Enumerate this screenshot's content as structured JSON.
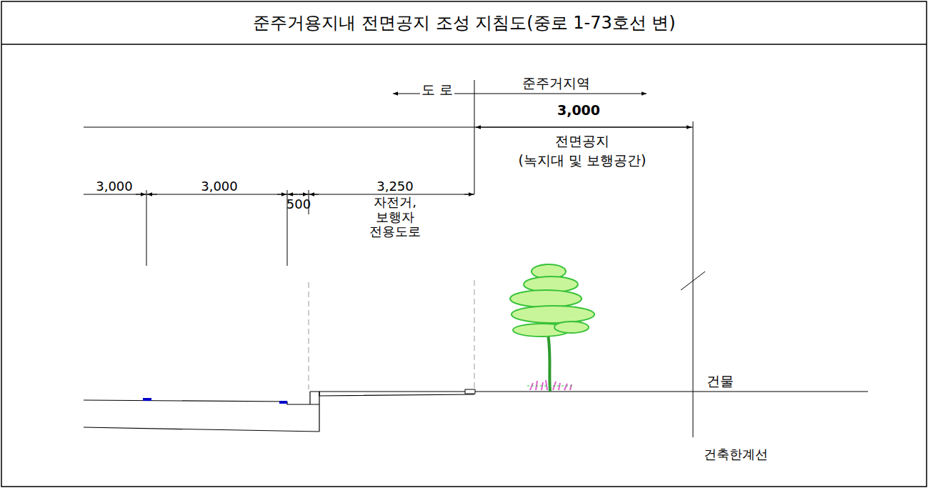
{
  "diagram": {
    "title": "준주거용지내 전면공지 조성 지침도(중로 1-73호선 변)",
    "labels": [
      "도 로",
      "준주거지역",
      "3,000",
      "전면공지",
      "(녹지대 및 보행공간)",
      "3,000",
      "3,000",
      "3,250",
      "500",
      "자전거,보행자 전용도로",
      "건물",
      "건축한계선"
    ]
  }
}
